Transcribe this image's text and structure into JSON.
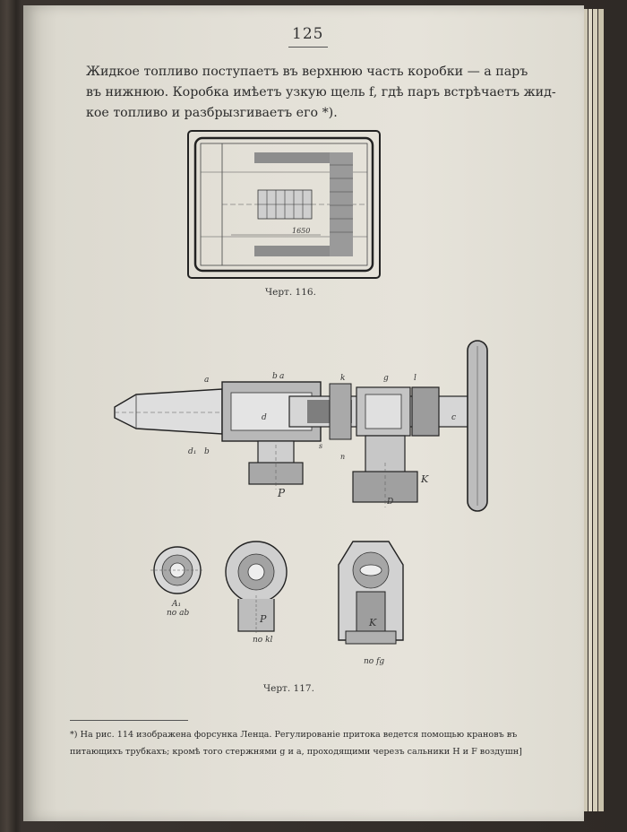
{
  "page": {
    "number": "125",
    "paragraph_lines": [
      "Жидкое топливо поступаетъ въ верхнюю часть коробки — а паръ",
      "въ нижнюю. Коробка имѣетъ узкую щель f, гдѣ паръ встрѣчаетъ жид-",
      "кое топливо и разбрызгиваетъ его *)."
    ]
  },
  "figures": {
    "fig116": {
      "caption": "Черт. 116.",
      "dimension": "1650"
    },
    "fig117": {
      "caption": "Черт. 117.",
      "labels": [
        "a",
        "b",
        "a",
        "k",
        "g",
        "l",
        "d",
        "c",
        "d₁",
        "b",
        "P",
        "K",
        "s",
        "n",
        "D"
      ],
      "section_labels": [
        "A₁",
        "по ab",
        "P",
        "по kl",
        "K",
        "по fg"
      ]
    }
  },
  "footnote": {
    "lines": [
      "*) На рис. 114 изображена форсунка Ленца. Регулированіе притока ведется помощью крановъ въ",
      "питающихъ трубкахъ; кромѣ того стержнями g и a, проходящими черезъ сальники H и F воздушн]"
    ]
  }
}
